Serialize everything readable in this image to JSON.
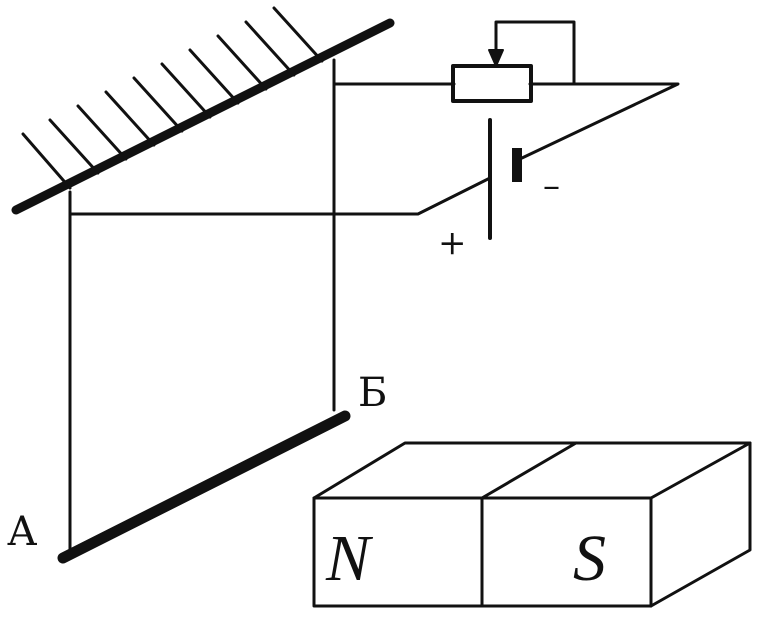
{
  "labels": {
    "point_a": "А",
    "point_b": "Б",
    "plus": "+",
    "minus": "–"
  },
  "magnet": {
    "north": "N",
    "south": "S"
  },
  "colors": {
    "ink": "#111111",
    "background": "#ffffff"
  }
}
